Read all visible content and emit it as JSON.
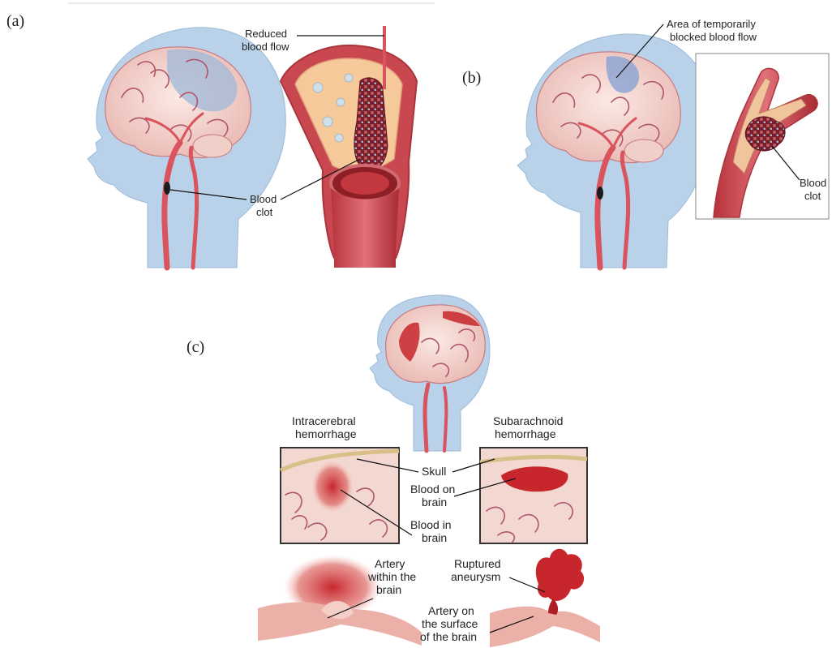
{
  "panels": {
    "a": {
      "letter": "(a)",
      "labels": {
        "reduced_1": "Reduced",
        "reduced_2": "blood flow",
        "clot_1": "Blood",
        "clot_2": "clot"
      }
    },
    "b": {
      "letter": "(b)",
      "labels": {
        "area_1": "Area of temporarily",
        "area_2": "blocked blood flow",
        "clot_1": "Blood",
        "clot_2": "clot"
      }
    },
    "c": {
      "letter": "(c)",
      "labels": {
        "intra_1": "Intracerebral",
        "intra_2": "hemorrhage",
        "sub_1": "Subarachnoid",
        "sub_2": "hemorrhage",
        "skull": "Skull",
        "bob_1": "Blood on",
        "bob_2": "brain",
        "bib_1": "Blood in",
        "bib_2": "brain",
        "artery_within_1": "Artery",
        "artery_within_2": "within the",
        "artery_within_3": "brain",
        "ruptured_1": "Ruptured",
        "ruptured_2": "aneurysm",
        "artery_on_1": "Artery on",
        "artery_on_2": "the surface",
        "artery_on_3": "of the brain"
      }
    }
  },
  "colors": {
    "head": "#b9d2ea",
    "brain": "#f3d6cf",
    "artery": "#d9545c",
    "blood": "#c0272d",
    "clot": "#7a1f2a"
  }
}
